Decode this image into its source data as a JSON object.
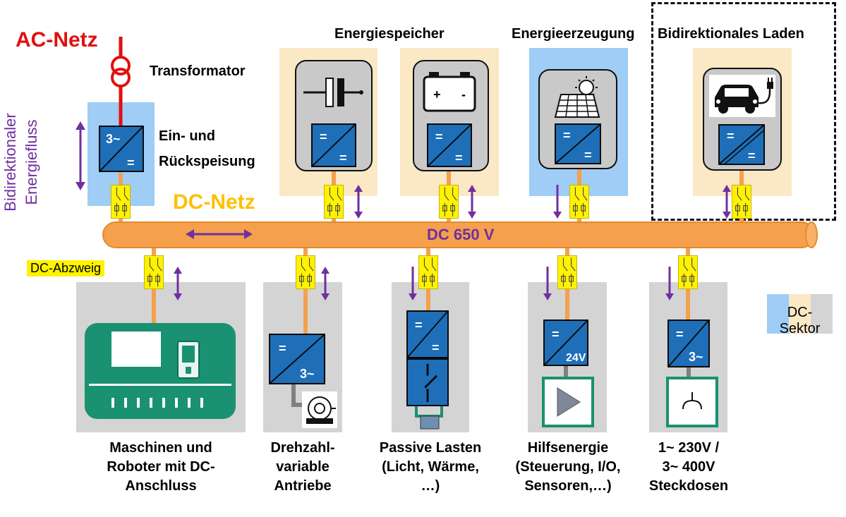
{
  "ac": {
    "label": "AC-Netz",
    "transformer": "Transformator",
    "feed_line1": "Ein- und",
    "feed_line2": "Rückspeisung"
  },
  "side": {
    "line1": "Bidirektionaler",
    "line2": "Energiefluss"
  },
  "dc": {
    "net_label": "DC-Netz",
    "bus_label": "DC 650 V",
    "branch_label": "DC-Abzweig",
    "sector_label": "DC-Sektor"
  },
  "headers": {
    "storage": "Energiespeicher",
    "generation": "Energieerzeugung",
    "charging": "Bidirektionales Laden"
  },
  "converters": {
    "ac_sym": "3~",
    "dc_sym": "=",
    "v24": "24V"
  },
  "storage_symbols": {
    "plus": "+",
    "minus": "-"
  },
  "captions": {
    "machines": [
      "Maschinen und",
      "Roboter mit DC-",
      "Anschluss"
    ],
    "drives": [
      "Drehzahl-",
      "variable",
      "Antriebe"
    ],
    "passive": [
      "Passive Lasten",
      "(Licht, Wärme,",
      "…)"
    ],
    "aux": [
      "Hilfsenergie",
      "(Steuerung, I/O,",
      "Sensoren,…)"
    ],
    "sockets": [
      "1~ 230V /",
      "3~ 400V",
      "Steckdosen"
    ]
  },
  "colors": {
    "dc_bus": "#f5a04c",
    "ac_line": "#e01010",
    "arrow": "#7030a0",
    "dc_text": "#ffc000",
    "converter": "#1e6fb8",
    "breaker": "#fff200",
    "sector_blue": "#9fcdf5",
    "sector_cream": "#fbe8c4",
    "sector_gray": "#d4d4d4",
    "machine_green": "#1a9170"
  },
  "icons": [
    "transformer-icon",
    "capacitor-icon",
    "battery-icon",
    "solar-panel-icon",
    "sun-icon",
    "car-icon",
    "plug-icon",
    "motor-icon",
    "switch-icon",
    "amplifier-icon",
    "socket-icon",
    "robot-machine-icon",
    "breaker-icon"
  ]
}
